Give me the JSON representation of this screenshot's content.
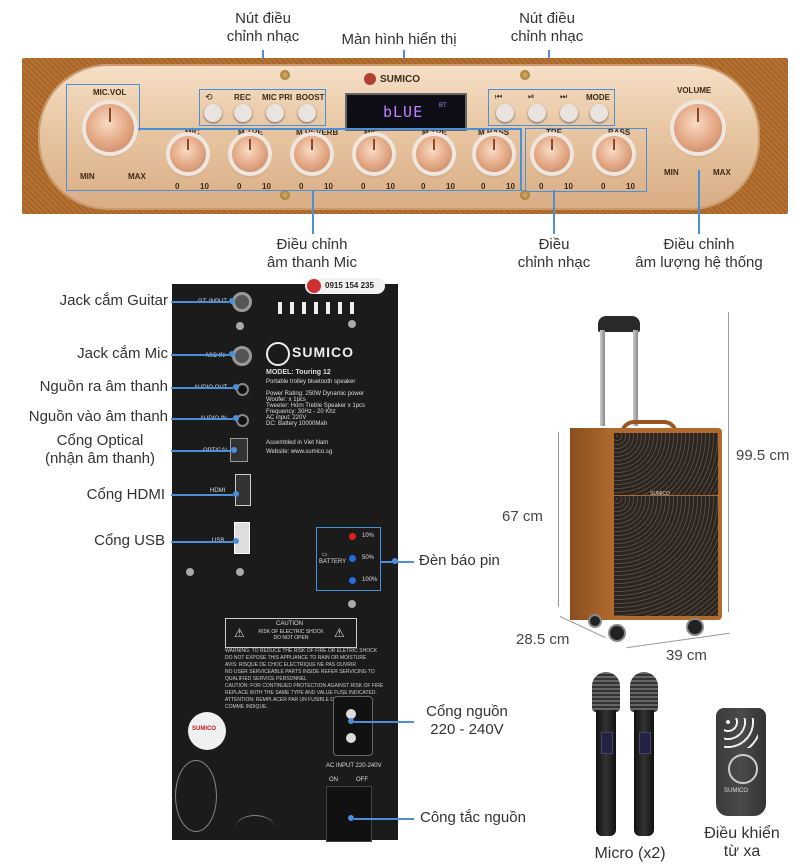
{
  "colors": {
    "accent": "#4a90d9",
    "leather": "#b06a2e",
    "faceplate": "#e8c6a2",
    "grille": "#2a2520",
    "led_red": "#e02020",
    "led_blue": "#2a6ae0"
  },
  "top_labels": {
    "music_buttons_left": [
      "Nút điều",
      "chỉnh nhạc"
    ],
    "display": "Màn hình hiển thị",
    "music_buttons_right": [
      "Nút điều",
      "chỉnh nhạc"
    ],
    "mic_sound": [
      "Điều chỉnh",
      "âm thanh Mic"
    ],
    "music_adjust": [
      "Điều",
      "chỉnh nhạc"
    ],
    "system_volume": [
      "Điều chỉnh",
      "âm lượng hệ thống"
    ]
  },
  "panel": {
    "brand": "SUMICO",
    "mic_vol": "MIC.VOL",
    "volume": "VOLUME",
    "min": "MIN",
    "max": "MAX",
    "display_text": "bLUE",
    "display_sub": "BT",
    "left_buttons": [
      "REC",
      "MIC PRI",
      "BOOST"
    ],
    "right_buttons": [
      "MODE"
    ],
    "knob_labels": [
      "MIC",
      "M.TRE",
      "M.REVERB",
      "MIC",
      "M.TRE",
      "M.BASS",
      "TRE",
      "BASS"
    ],
    "scale": [
      "0",
      "10"
    ]
  },
  "back_labels": [
    "Jack cắm Guitar",
    "Jack cắm Mic",
    "Nguồn ra âm thanh",
    "Nguồn vào âm thanh",
    "Cổng Optical",
    "(nhận âm thanh)",
    "Cổng HDMI",
    "Cổng USB",
    "Đèn báo pin",
    "Cổng nguồn",
    "220 - 240V",
    "Công tắc nguồn"
  ],
  "back_panel": {
    "gt_input": "GT. INPUT",
    "mic_in": "MIC IN",
    "audio_out": "AUDIO OUT",
    "audio_in": "AUDIO IN",
    "optical": "OPTICAL",
    "hdmi": "HDMI",
    "usb": "USB",
    "phone": "0915 154 235",
    "model": "MODEL: Touring 12",
    "description": "Portable trolley bluetooth speaker",
    "specs": [
      "Power Rating: 250W Dynamic power",
      "Woofer:            x 1pcs",
      "Tweeter:           Horn Treble Speaker x 1pcs",
      "Frequency: 30Hz - 20 Khz",
      "AC input: 220V",
      "DC: Battery 10000Mah"
    ],
    "assembled": "Assembled in Viet Nam",
    "website": "Website: www.sumico.sg",
    "battery": "BATTERY",
    "battery_levels": [
      "10%",
      "50%",
      "100%"
    ],
    "caution": "CAUTION",
    "caution_sub": "RISK OF ELECTRIC SHOCK DO NOT OPEN",
    "warning_lines": [
      "WARNING: TO REDUCE THE RISK OF FIRE OR ELETRIC SHOCK",
      "DO NOT EXPOSE THIS APPLIANCE TO RAIN OR MOISTURE",
      "AVIS: RISQUE DE CHOC ELECTRIQUE NE PAS OUVRIR",
      "NO USER SERVICEABLE PARTS INSIDE REFER SERVICING TO",
      "QUALIFIED SERVICE PERSONNEL",
      "CAUTION: FOR CONTINUED PROTECTION AGAINST RISK OF FIRE",
      "REPLACE WITH THE SAME TYPE AND VALUE FUSE INDICATED.",
      "ATTENTION: REMPLACER PAR UN FUSIBLE DE MEME TYPE",
      "COMME INDIQUE."
    ],
    "ac_input": "AC INPUT 220-240V",
    "on": "ON",
    "off": "OFF"
  },
  "dimensions": {
    "height_total": "99.5 cm",
    "height_body": "67 cm",
    "depth": "28.5 cm",
    "width": "39 cm"
  },
  "accessories": {
    "mic": "Micro (x2)",
    "remote": [
      "Điều khiển",
      "từ xa"
    ],
    "remote_brand": "SUMICO"
  }
}
